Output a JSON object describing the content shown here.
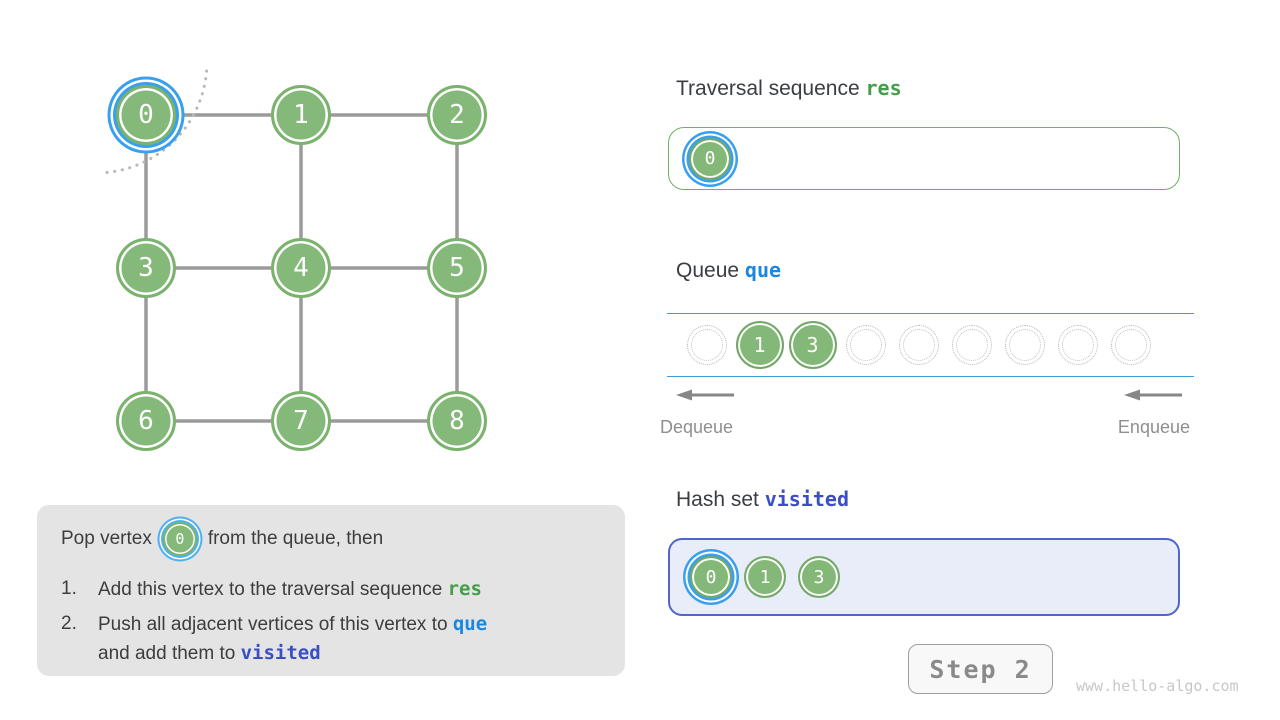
{
  "graph": {
    "vertices": [
      {
        "label": "0",
        "highlighted": true
      },
      {
        "label": "1",
        "highlighted": false
      },
      {
        "label": "2",
        "highlighted": false
      },
      {
        "label": "3",
        "highlighted": false
      },
      {
        "label": "4",
        "highlighted": false
      },
      {
        "label": "5",
        "highlighted": false
      },
      {
        "label": "6",
        "highlighted": false
      },
      {
        "label": "7",
        "highlighted": false
      },
      {
        "label": "8",
        "highlighted": false
      }
    ],
    "edges": [
      [
        0,
        1
      ],
      [
        1,
        2
      ],
      [
        0,
        3
      ],
      [
        1,
        4
      ],
      [
        2,
        5
      ],
      [
        3,
        4
      ],
      [
        4,
        5
      ],
      [
        3,
        6
      ],
      [
        4,
        7
      ],
      [
        5,
        8
      ],
      [
        6,
        7
      ],
      [
        7,
        8
      ]
    ]
  },
  "explanation": {
    "intro_before": "Pop vertex",
    "vertex_label": "0",
    "intro_after": "from the queue, then",
    "item1_num": "1.",
    "item1_text": "Add this vertex to the traversal sequence",
    "item1_keyword": "res",
    "item2_num": "2.",
    "item2_text": "Push all adjacent vertices of this vertex to",
    "item2_keyword": "que",
    "item2_text2": "and add them to",
    "item2_keyword2": "visited"
  },
  "res_panel": {
    "title": "Traversal sequence",
    "keyword": "res",
    "items": [
      {
        "label": "0",
        "highlighted": true
      }
    ]
  },
  "queue_panel": {
    "title": "Queue",
    "keyword": "que",
    "slot_count": 9,
    "items": [
      {
        "label": "1",
        "slot": 1
      },
      {
        "label": "3",
        "slot": 2
      }
    ],
    "dequeue_label": "Dequeue",
    "enqueue_label": "Enqueue"
  },
  "hashset_panel": {
    "title": "Hash set",
    "keyword": "visited",
    "items": [
      {
        "label": "0",
        "highlighted": true
      },
      {
        "label": "1",
        "highlighted": false
      },
      {
        "label": "3",
        "highlighted": false
      }
    ]
  },
  "step_button": {
    "label": "Step 2"
  },
  "watermark": "www.hello-algo.com",
  "colors": {
    "vertex_green": "#85b97a",
    "highlight_blue": "#3aa0ed",
    "res_green": "#459d4b",
    "que_blue": "#1c87e0",
    "visited_indigo": "#3a4ec6",
    "hash_box_border": "#5066c9",
    "hash_box_bg": "#e9edf9",
    "res_box_border": "#6fae63",
    "queue_line_blue": "#419dd9",
    "edge_gray": "#9b9b9b",
    "explain_bg": "#e4e4e4"
  }
}
